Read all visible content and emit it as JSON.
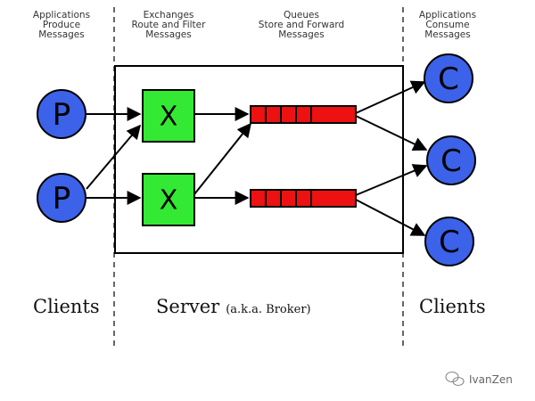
{
  "headers": {
    "producers": [
      "Applications",
      "Produce",
      "Messages"
    ],
    "exchanges": [
      "Exchanges",
      "Route and Filter",
      "Messages"
    ],
    "queues": [
      "Queues",
      "Store and Forward",
      "Messages"
    ],
    "consumers": [
      "Applications",
      "Consume",
      "Messages"
    ]
  },
  "labels": {
    "clients_left": "Clients",
    "server": "Server",
    "server_note": "(a.k.a. Broker)",
    "clients_right": "Clients"
  },
  "nodes": {
    "producer_letter": "P",
    "exchange_letter": "X",
    "consumer_letter": "C"
  },
  "watermark": "IvanZen",
  "colors": {
    "producer": "#3b62e8",
    "consumer": "#3b62e8",
    "exchange": "#33e933",
    "queue": "#ee1111"
  }
}
